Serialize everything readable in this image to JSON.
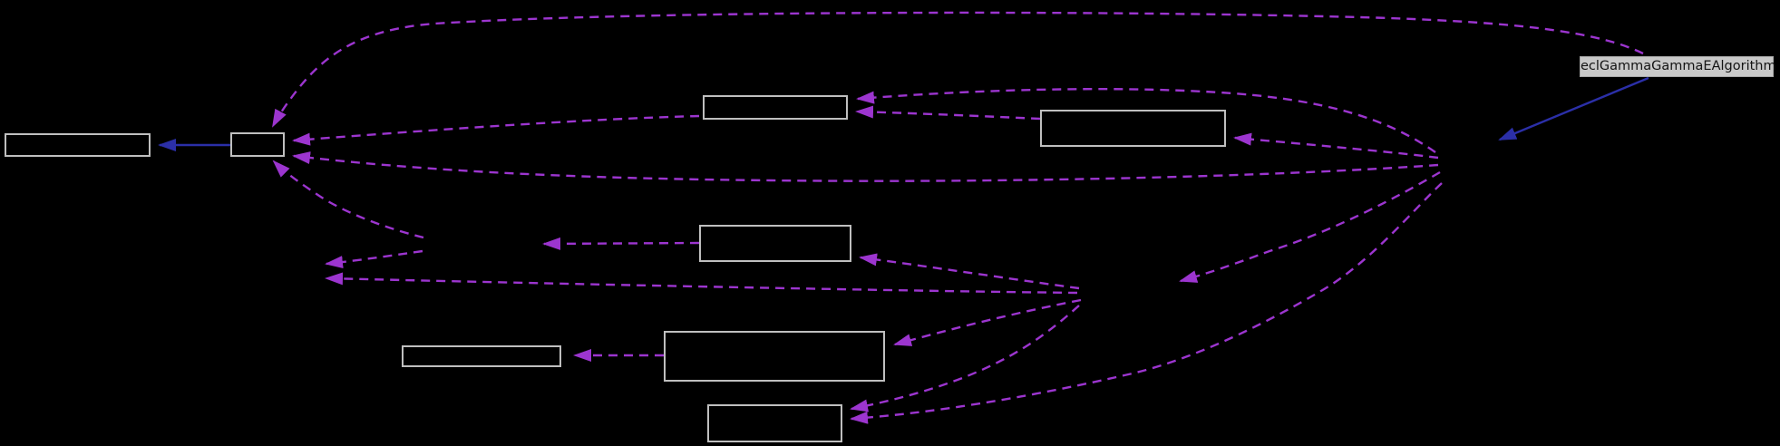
{
  "diagram": {
    "type": "collaboration-graph",
    "highlight_node": {
      "label": "eclGammaGammaEAlgorithm"
    },
    "empty_node_count": 8,
    "usage_edge_count": 16,
    "inheritance_edge_count": 2
  },
  "colors": {
    "background": "#000000",
    "node_border": "#bfbfbf",
    "node_fill": "#000000",
    "highlight_fill": "#c9c9c9",
    "highlight_text": "#141414",
    "usage_edge_purple": "#9c35cf",
    "inheritance_edge_blue": "#2b2fa8"
  }
}
